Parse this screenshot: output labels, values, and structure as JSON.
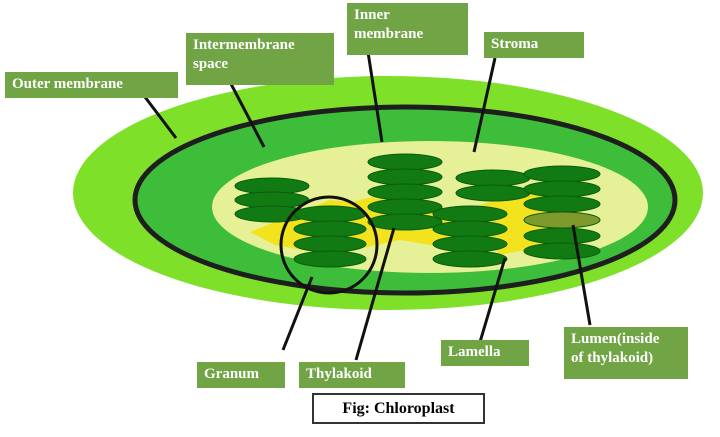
{
  "labels": {
    "outer_membrane": "Outer membrane",
    "intermembrane_space": "Intermembrane\nspace",
    "inner_membrane": "Inner\nmembrane",
    "stroma": "Stroma",
    "granum": "Granum",
    "thylakoid": "Thylakoid",
    "lamella": "Lamella",
    "lumen": "Lumen(inside\nof thylakoid)"
  },
  "caption": "Fig: Chloroplast",
  "colors": {
    "outer_membrane": "#7fe02a",
    "intermembrane": "#3ebd3a",
    "stroma": "#e6f096",
    "thylakoid": "#127a12",
    "lamella": "#f3e21e",
    "lumen": "#7f9a2c",
    "label_bg": "#70a444"
  }
}
